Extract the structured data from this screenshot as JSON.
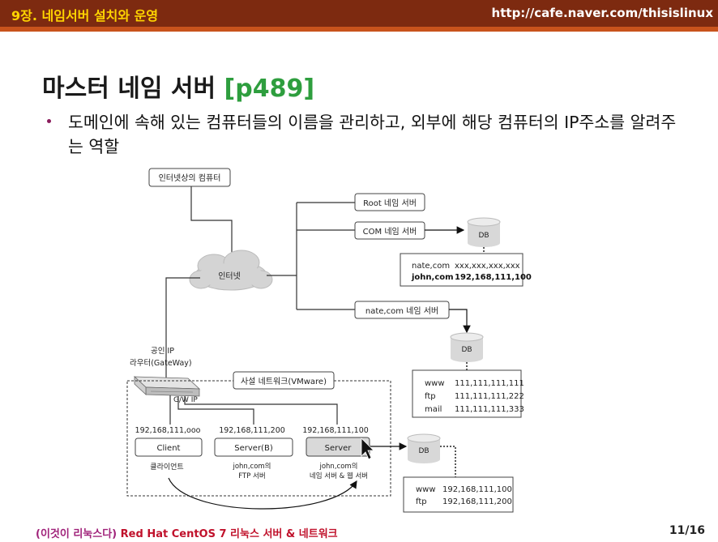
{
  "header": {
    "chapter": "9장. 네임서버 설치와 운영",
    "url": "http://cafe.naver.com/thisislinux"
  },
  "slide": {
    "title": "마스터 네임 서버",
    "page_ref": "[p489]",
    "bullet": "도메인에 속해 있는 컴퓨터들의 이름을 관리하고, 외부에 해당 컴퓨터의 IP주소를 알려주는 역할"
  },
  "diagram": {
    "internet_pc": "인터넷상의 컴퓨터",
    "cloud": "인터넷",
    "root_ns": "Root 네임 서버",
    "com_ns": "COM 네임 서버",
    "db1": "DB",
    "com_records": [
      {
        "name": "nate,com",
        "ip": "xxx,xxx,xxx,xxx"
      },
      {
        "name": "john,com",
        "ip": "192,168,111,100"
      }
    ],
    "nate_ns": "nate,com 네임 서버",
    "db2": "DB",
    "nate_records": [
      {
        "name": "www",
        "ip": "111,111,111,111"
      },
      {
        "name": "ftp",
        "ip": "111,111,111,222"
      },
      {
        "name": "mail",
        "ip": "111,111,111,333"
      }
    ],
    "public_ip": "공인 IP",
    "router": "라우터(GateWay)",
    "private_net": "사설 네트워크(VMware)",
    "gw_ip": "G/W IP",
    "hosts": [
      {
        "ip": "192,168,111,ooo",
        "label": "Client",
        "desc1": "클라이언트",
        "desc2": ""
      },
      {
        "ip": "192,168,111,200",
        "label": "Server(B)",
        "desc1": "john,com의",
        "desc2": "FTP 서버"
      },
      {
        "ip": "192,168,111,100",
        "label": "Server",
        "desc1": "john,com의",
        "desc2": "네임 서버 & 웹 서버"
      }
    ],
    "db3": "DB",
    "john_records": [
      {
        "name": "www",
        "ip": "192,168,111,100"
      },
      {
        "name": "ftp",
        "ip": "192,168,111,200"
      }
    ]
  },
  "footer": {
    "book_paren": "(이것이 리눅스다)",
    "book_title": "Red Hat CentOS 7 리눅스 서버 & 네트워크",
    "page": "11/16"
  }
}
